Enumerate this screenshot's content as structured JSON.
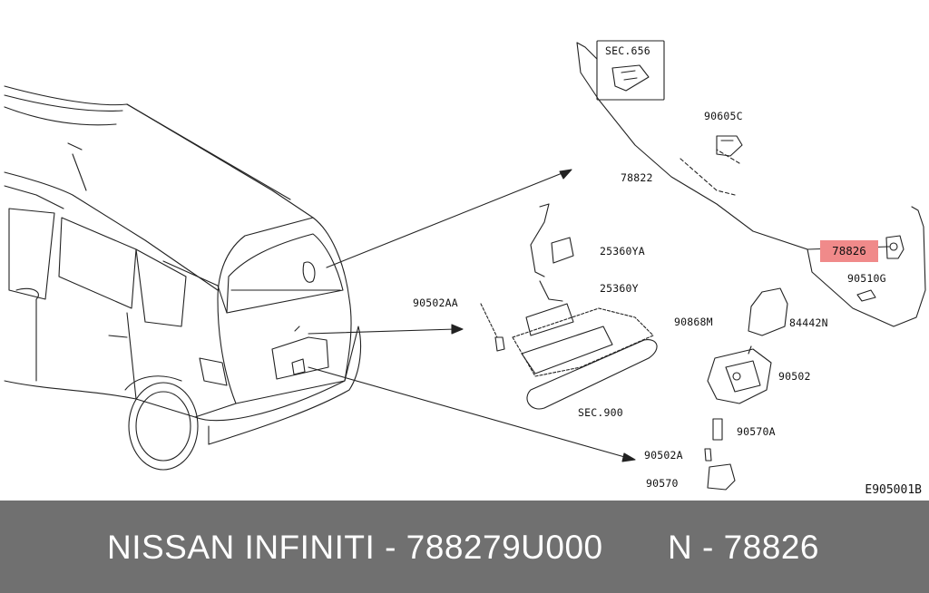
{
  "diagram": {
    "sec_box_label": "SEC.656",
    "labels": {
      "p90605c": "90605C",
      "p78822": "78822",
      "p78826": "78826",
      "p90510g": "90510G",
      "p25360ya": "25360YA",
      "p25360y": "25360Y",
      "p90502aa": "90502AA",
      "p90868m": "90868M",
      "p84442n": "84442N",
      "p90502": "90502",
      "sec900": "SEC.900",
      "p90570a": "90570A",
      "p90502a": "90502A",
      "p90570": "90570"
    },
    "reference": "E905001B",
    "highlight_color": "#f08a8a"
  },
  "footer": {
    "brand": "NISSAN  INFINITI - 788279U000",
    "code": "N - 78826",
    "background": "#707070"
  }
}
